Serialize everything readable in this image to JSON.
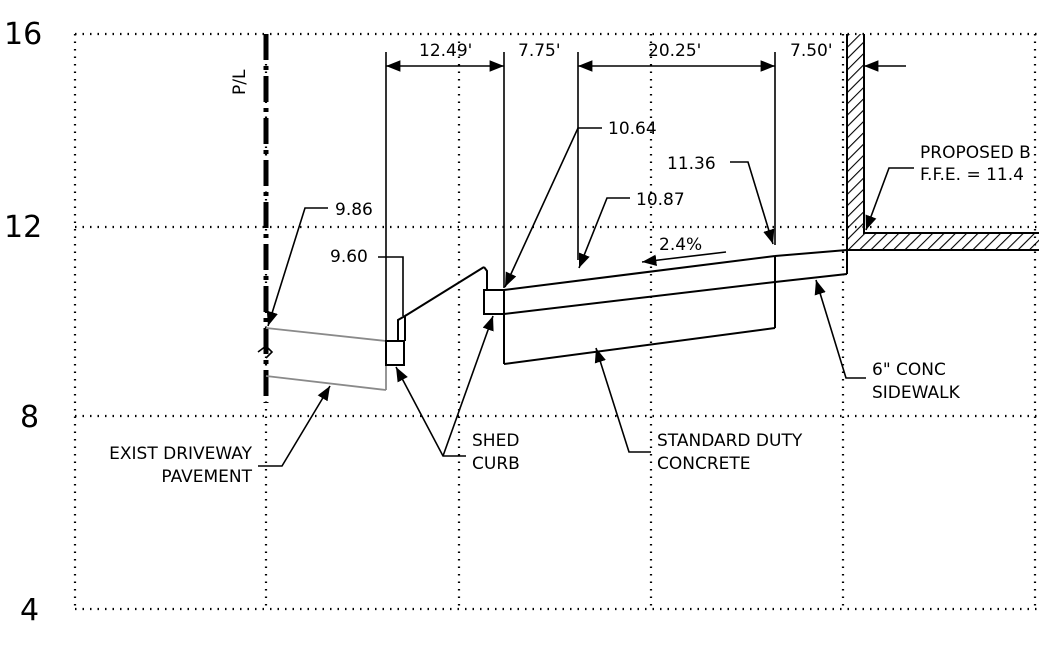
{
  "y_axis": {
    "ticks": [
      "16",
      "12",
      "8",
      "4"
    ]
  },
  "property_line": {
    "label": "P/L"
  },
  "dimensions": [
    "12.49'",
    "7.75'",
    "20.25'",
    "7.50'"
  ],
  "elevations": {
    "e986": "9.86",
    "e960": "9.60",
    "e1064": "10.64",
    "e1087": "10.87",
    "e1136": "11.36"
  },
  "slope": "2.4%",
  "labels": {
    "building_line1": "PROPOSED B",
    "building_line2": "F.F.E. = 11.4",
    "driveway_line1": "EXIST DRIVEWAY",
    "driveway_line2": "PAVEMENT",
    "curb_line1": "SHED",
    "curb_line2": "CURB",
    "concrete_line1": "STANDARD DUTY",
    "concrete_line2": "CONCRETE",
    "sidewalk_line1": "6\" CONC",
    "sidewalk_line2": "SIDEWALK"
  },
  "colors": {
    "linework": "#000000",
    "existing_pavement": "#8a8a8a",
    "background": "#ffffff"
  }
}
